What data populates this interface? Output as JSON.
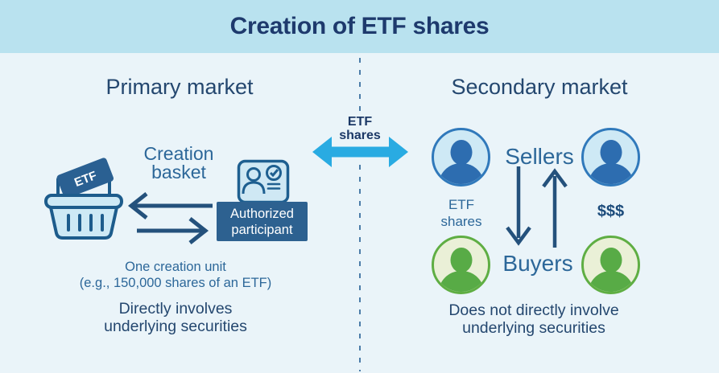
{
  "title": "Creation of ETF shares",
  "colors": {
    "header_bg": "#b9e2ef",
    "body_bg": "#eaf4f9",
    "title_navy": "#1e3a6d",
    "heading_slate": "#24476f",
    "mid_blue": "#2c6799",
    "cyan_arrow": "#29abe2",
    "dark_arrow": "#24517c",
    "basket_stroke": "#1d5c8c",
    "basket_fill": "#cde9f5",
    "etf_tag_bg": "#2a6092",
    "ap_box_bg": "#2d6190",
    "avatar_blue_border": "#3079bb",
    "avatar_blue_fill": "#cee9f5",
    "avatar_blue_person": "#2d6db0",
    "avatar_green_border": "#5fae43",
    "avatar_green_fill": "#eaf0d7",
    "avatar_green_person": "#58ab46"
  },
  "primary": {
    "heading": "Primary market",
    "creation_basket_line1": "Creation",
    "creation_basket_line2": "basket",
    "etf_tag": "ETF",
    "authorized_participant_line1": "Authorized",
    "authorized_participant_line2": "participant",
    "creation_unit_line1": "One creation unit",
    "creation_unit_line2": "(e.g., 150,000 shares of an ETF)",
    "note_line1": "Directly involves",
    "note_line2": "underlying securities"
  },
  "center": {
    "flow_label_line1": "ETF",
    "flow_label_line2": "shares"
  },
  "secondary": {
    "heading": "Secondary market",
    "sellers_label": "Sellers",
    "buyers_label": "Buyers",
    "etf_shares_line1": "ETF",
    "etf_shares_line2": "shares",
    "money_label": "$$$",
    "note_line1": "Does not directly involve",
    "note_line2": "underlying securities"
  }
}
